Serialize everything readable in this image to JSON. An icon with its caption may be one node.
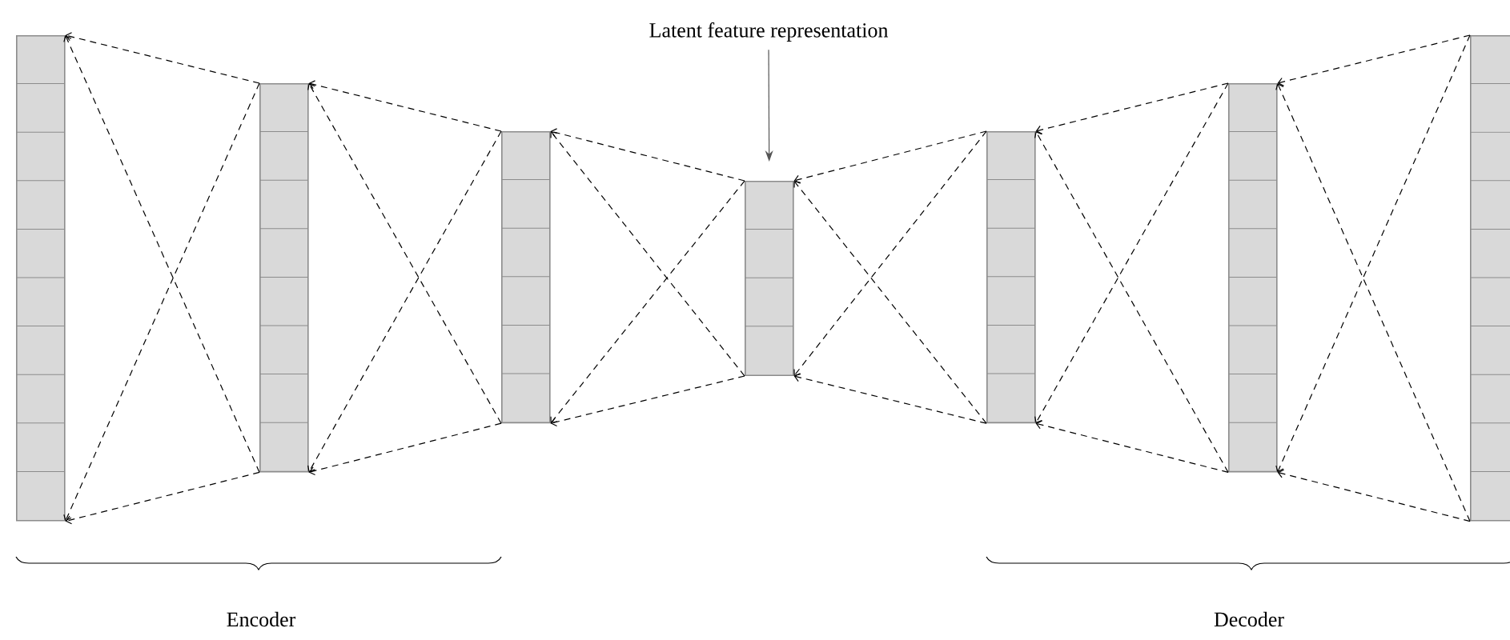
{
  "diagram": {
    "nodes": [
      {
        "text": [],
        "shape": "bar"
      },
      {
        "text": [],
        "shape": "bar"
      },
      {
        "text": [],
        "shape": "bar"
      },
      {
        "text": [],
        "shape": "bar"
      },
      {
        "text": [],
        "shape": "bar"
      },
      {
        "text": [],
        "shape": "bar"
      },
      {
        "text": [],
        "shape": "bar"
      },
      {
        "text": [
          "Latent feature representation"
        ]
      }
    ],
    "edges": [
      {
        "from": 1,
        "to": 0,
        "arrow": "to",
        "style": "dashed"
      },
      {
        "from": 1,
        "to": 0,
        "arrow": "to",
        "style": "dashed"
      },
      {
        "from": 1,
        "to": 0,
        "arrow": "to",
        "style": "dashed"
      },
      {
        "from": 1,
        "to": 0,
        "arrow": "to",
        "style": "dashed"
      },
      {
        "from": 2,
        "to": 1,
        "arrow": "to",
        "style": "dashed"
      },
      {
        "from": 2,
        "to": 1,
        "arrow": "to",
        "style": "dashed"
      },
      {
        "from": 2,
        "to": 1,
        "arrow": "to",
        "style": "dashed"
      },
      {
        "from": 2,
        "to": 1,
        "arrow": "to",
        "style": "dashed"
      },
      {
        "from": 3,
        "to": 2,
        "arrow": "to",
        "style": "dashed"
      },
      {
        "from": 3,
        "to": 2,
        "arrow": "to",
        "style": "dashed"
      },
      {
        "from": 3,
        "to": 2,
        "arrow": "to",
        "style": "dashed"
      },
      {
        "from": 3,
        "to": 2,
        "arrow": "to",
        "style": "dashed"
      },
      {
        "from": 4,
        "to": 3,
        "arrow": "to",
        "style": "dashed"
      },
      {
        "from": 4,
        "to": 3,
        "arrow": "to",
        "style": "dashed"
      },
      {
        "from": 4,
        "to": 3,
        "arrow": "to",
        "style": "dashed"
      },
      {
        "from": 4,
        "to": 3,
        "arrow": "to",
        "style": "dashed"
      },
      {
        "from": 5,
        "to": 4,
        "arrow": "to",
        "style": "dashed"
      },
      {
        "from": 5,
        "to": 4,
        "arrow": "to",
        "style": "dashed"
      },
      {
        "from": 5,
        "to": 4,
        "arrow": "to",
        "style": "dashed"
      },
      {
        "from": 5,
        "to": 4,
        "arrow": "to",
        "style": "dashed"
      },
      {
        "from": 6,
        "to": 5,
        "arrow": "to",
        "style": "dashed"
      },
      {
        "from": 6,
        "to": 5,
        "arrow": "to",
        "style": "dashed"
      },
      {
        "from": 6,
        "to": 5,
        "arrow": "to",
        "style": "dashed"
      },
      {
        "from": 6,
        "to": 5,
        "arrow": "to",
        "style": "dashed"
      },
      {
        "from": 7,
        "to": 3,
        "arrow": "to",
        "color": "#555555"
      }
    ],
    "labels": [
      "Encoder",
      "Decoder"
    ]
  }
}
